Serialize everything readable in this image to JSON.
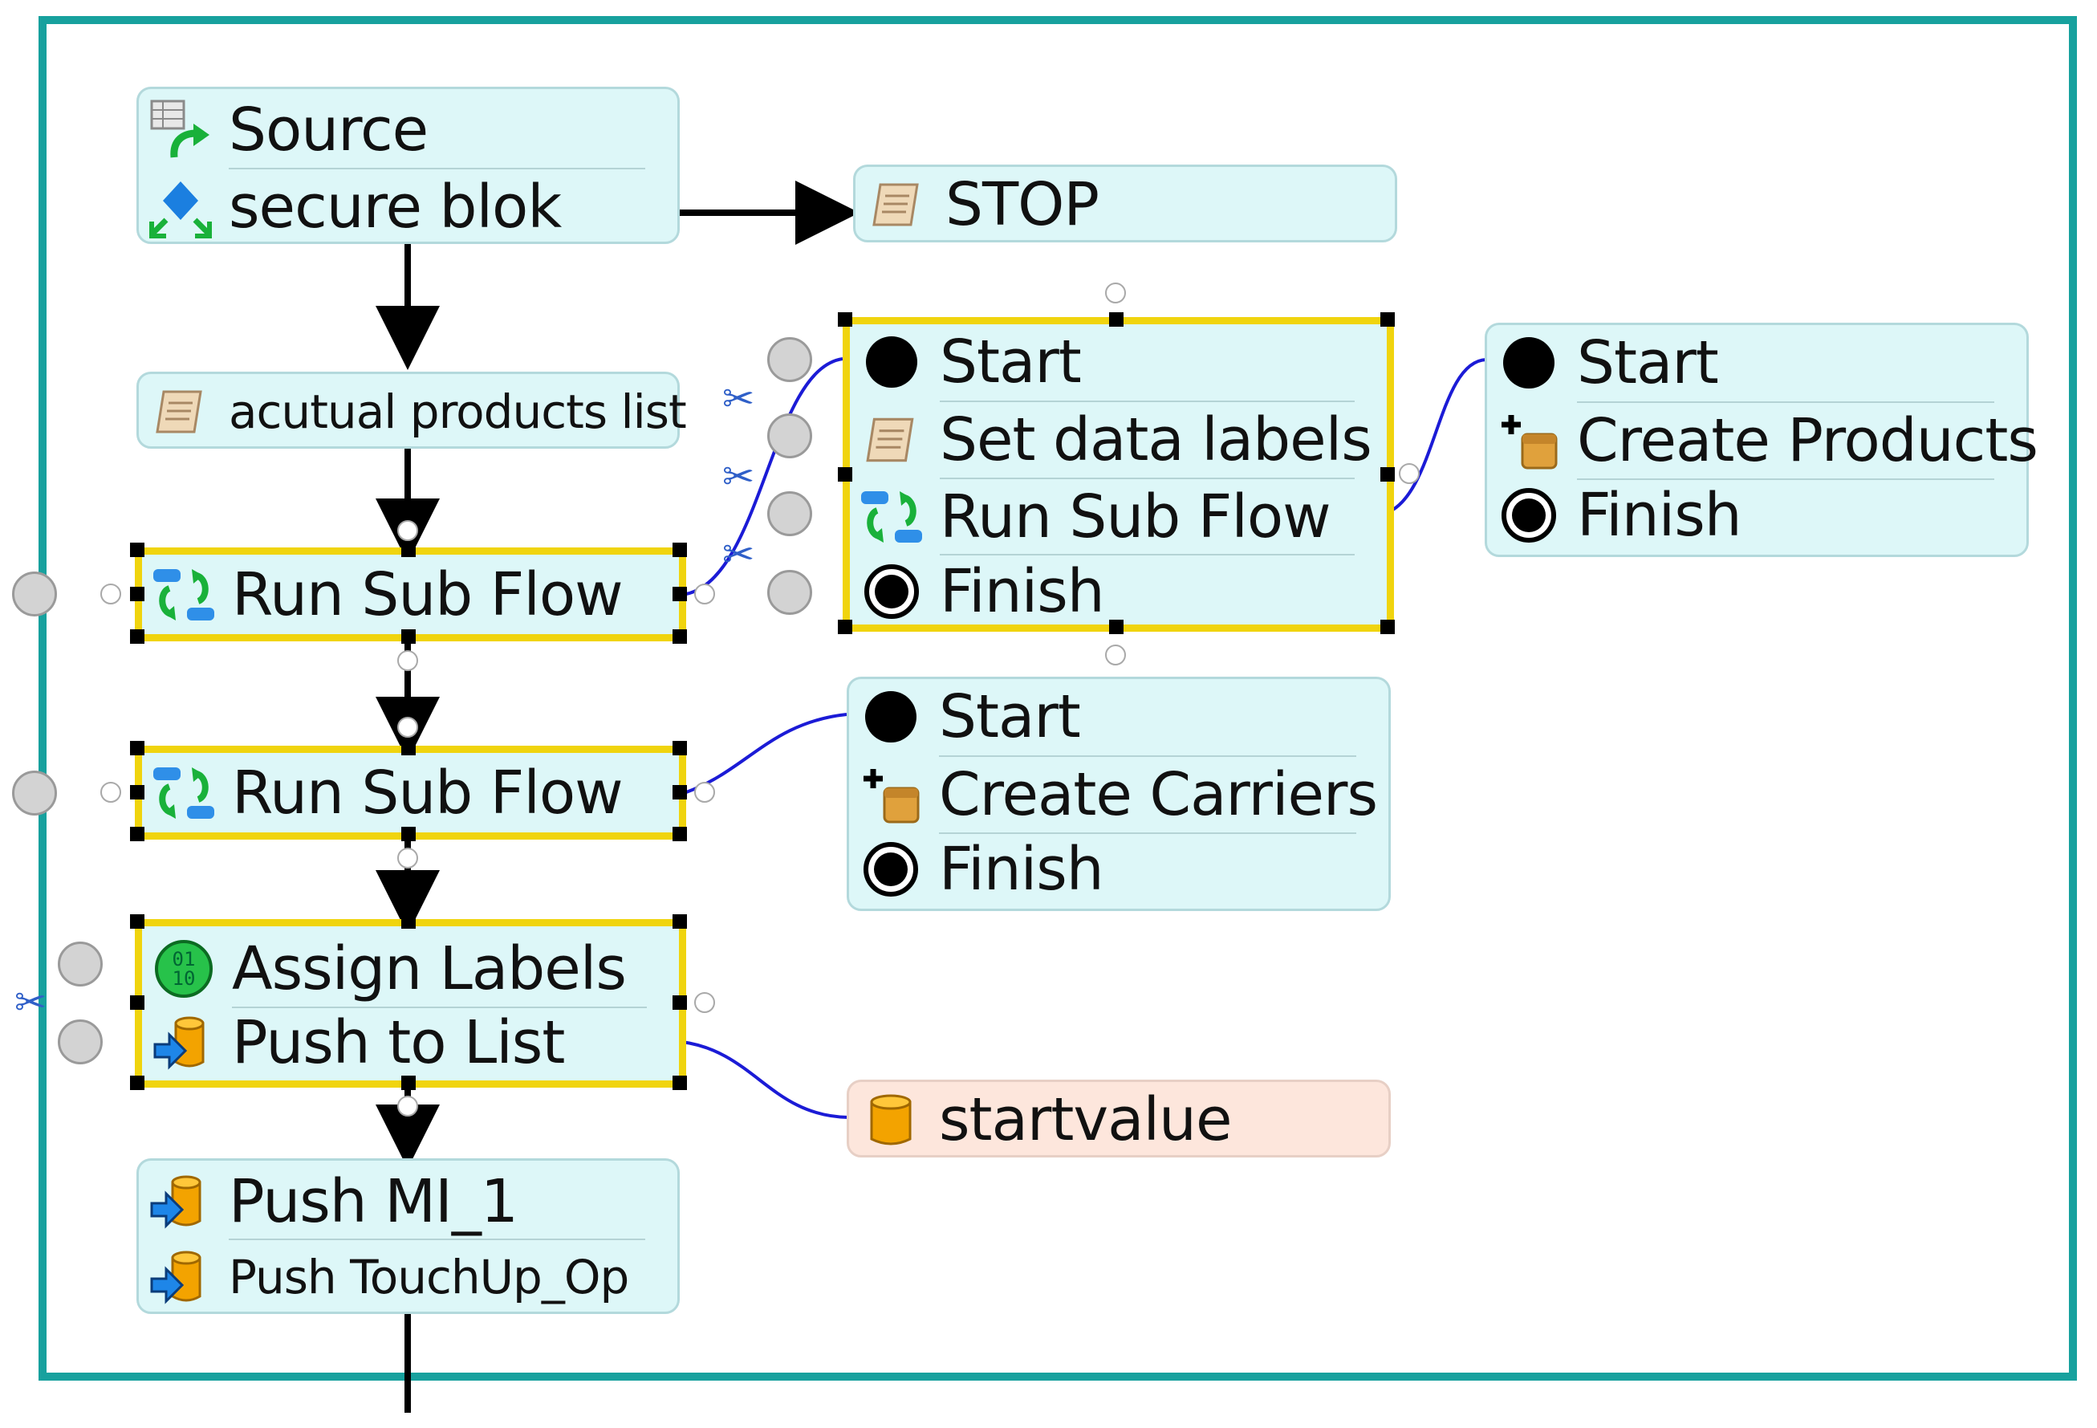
{
  "nodes": {
    "source_block": {
      "row1": "Source",
      "row2": "secure blok"
    },
    "stop": {
      "label": "STOP"
    },
    "products_list": {
      "label": "acutual products list"
    },
    "subflow1": {
      "label": "Run Sub Flow"
    },
    "subflow2": {
      "label": "Run Sub Flow"
    },
    "inner_flow": {
      "row1": "Start",
      "row2": "Set data labels",
      "row3": "Run Sub Flow",
      "row4": "Finish"
    },
    "products_flow": {
      "row1": "Start",
      "row2": "Create Products",
      "row3": "Finish"
    },
    "carriers_flow": {
      "row1": "Start",
      "row2": "Create Carriers",
      "row3": "Finish"
    },
    "assign_block": {
      "row1": "Assign Labels",
      "row2": "Push to List"
    },
    "startvalue": {
      "label": "startvalue"
    },
    "push_block": {
      "row1": "Push MI_1",
      "row2": "Push TouchUp_Op"
    }
  },
  "icons": {
    "source": "table-arrow-icon",
    "secure": "diamond-arrows-icon",
    "script": "scroll-icon",
    "subflow": "subflow-cycle-icon",
    "start": "start-dot-icon",
    "finish": "finish-dot-icon",
    "create": "create-db-icon",
    "labels": "binary-icon",
    "push": "push-db-icon",
    "variable": "cylinder-icon",
    "scissors": "scissors-icon"
  },
  "colors": {
    "frame": "#17a19e",
    "node_fill": "#ddf7f8",
    "node_border": "#b3d9dc",
    "selection": "#f0d40e",
    "variable_fill": "#fde6dc",
    "link": "#1b1bd6",
    "arrow": "#000000"
  }
}
